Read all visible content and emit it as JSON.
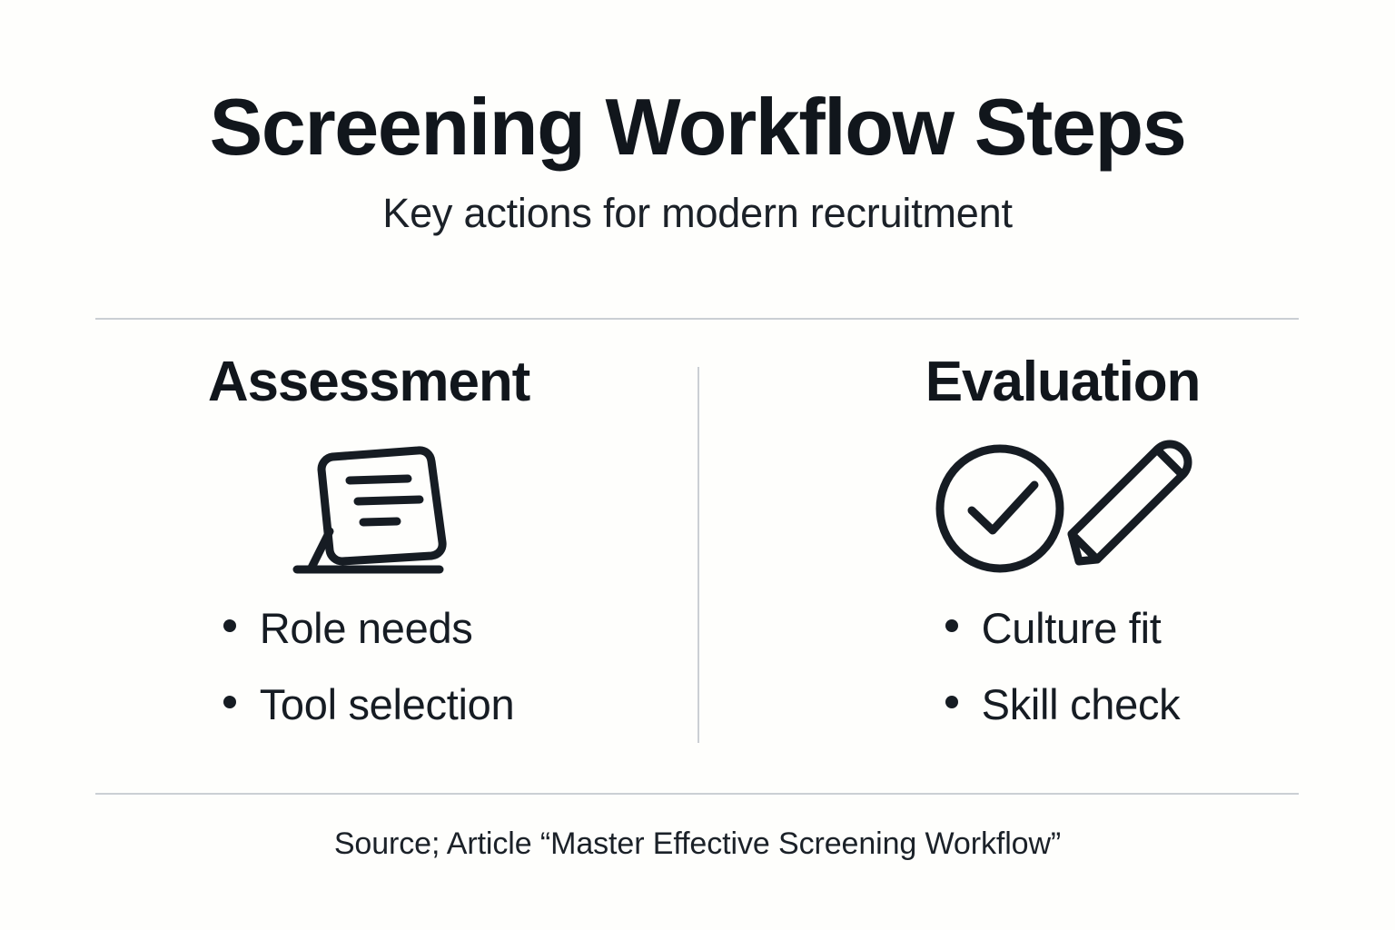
{
  "header": {
    "title": "Screening Workflow Steps",
    "subtitle": "Key actions for modern recruitment"
  },
  "columns": [
    {
      "heading": "Assessment",
      "icon": "document-on-stand-icon",
      "bullets": [
        "Role needs",
        "Tool selection"
      ]
    },
    {
      "heading": "Evaluation",
      "icon": "check-circle-and-pencil-icon",
      "bullets": [
        "Culture fit",
        "Skill check"
      ]
    }
  ],
  "footer": {
    "source": "Source; Article “Master Effective Screening Workflow”"
  },
  "colors": {
    "background": "#FEFEFC",
    "text": "#11161C",
    "rule": "#CBCFD4",
    "icon_stroke": "#161C23"
  }
}
